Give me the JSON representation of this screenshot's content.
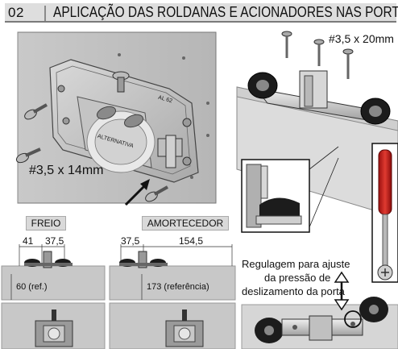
{
  "header": {
    "step": "02",
    "title": "APLICAÇÃO DAS ROLDANAS E ACIONADORES NAS PORTAS"
  },
  "labels": {
    "screw_top": "#3,5 x 20mm",
    "screw_left": "#3,5 x 14mm",
    "brand": "ALTERNATIVA",
    "part_code": "AL 62",
    "freio": "FREIO",
    "amortecedor": "AMORTECEDOR",
    "dim_41": "41",
    "dim_37_5_a": "37,5",
    "dim_37_5_b": "37,5",
    "dim_154_5": "154,5",
    "dim_60": "60 (ref.)",
    "dim_173": "173 (referência)",
    "regulagem_line1": "Regulagem para ajuste",
    "regulagem_line2": "da pressão de",
    "regulagem_line3": "deslizamento da porta"
  }
}
